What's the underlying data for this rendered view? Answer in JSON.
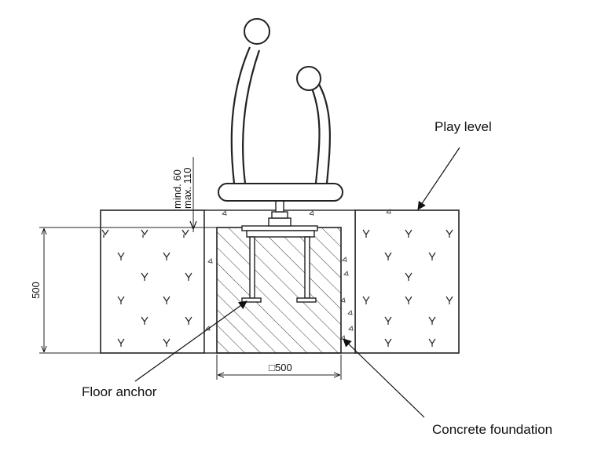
{
  "labels": {
    "play_level": "Play level",
    "floor_anchor": "Floor anchor",
    "concrete_foundation": "Concrete foundation"
  },
  "dimensions": {
    "depth": "500",
    "width": "□500",
    "min_depth": "mind. 60",
    "max_depth": "max. 110"
  }
}
